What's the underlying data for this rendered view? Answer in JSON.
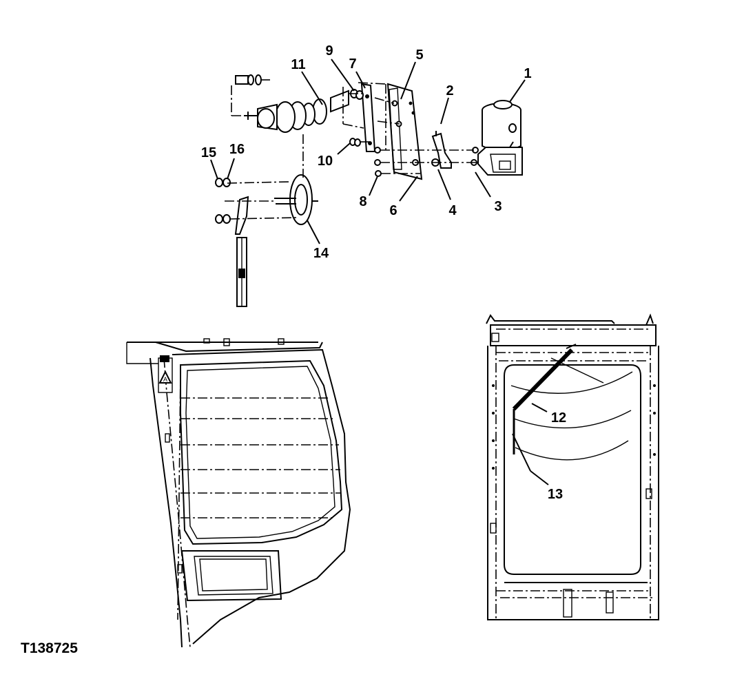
{
  "figure_id": "T138725",
  "callouts": [
    "1",
    "2",
    "3",
    "4",
    "5",
    "6",
    "7",
    "8",
    "9",
    "10",
    "11",
    "12",
    "13",
    "14",
    "15",
    "16"
  ]
}
